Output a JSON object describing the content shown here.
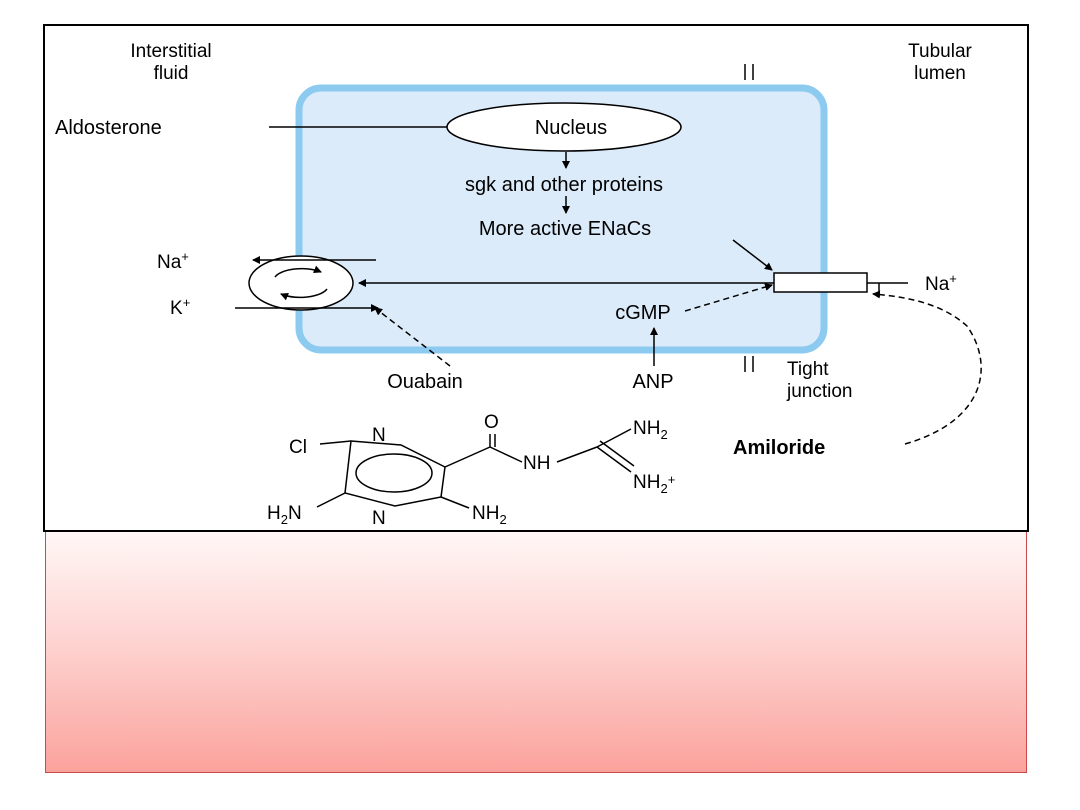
{
  "diagram": {
    "labels": {
      "interstitial_line1": "Interstitial",
      "interstitial_line2": "fluid",
      "tubular_line1": "Tubular",
      "tubular_line2": "lumen",
      "aldosterone": "Aldosterone",
      "nucleus": "Nucleus",
      "sgk": "sgk and other proteins",
      "enacs": "More active ENaCs",
      "na_left": "Na",
      "k_left": "K",
      "na_right": "Na",
      "plus": "+",
      "cgmp": "cGMP",
      "ouabain": "Ouabain",
      "anp": "ANP",
      "tight_line1": "Tight",
      "tight_line2": "junction",
      "amiloride": "Amiloride"
    },
    "structure": {
      "cl": "Cl",
      "h2n": "H",
      "h2n_sub": "2",
      "h2n_n": "N",
      "n_top": "N",
      "n_bottom": "N",
      "nh2_right": "NH",
      "nh2_sub": "2",
      "o": "O",
      "nh": "NH",
      "nh2_top": "NH",
      "nh2_top_sub": "2",
      "nh2_plus": "NH",
      "nh2_plus_sub": "2",
      "nh2_plus_charge": "+"
    },
    "colors": {
      "cell_fill": "#dcebfa",
      "cell_border": "#8ccaf0",
      "panel_top": "#fff7f6",
      "panel_bottom": "#fba29c",
      "panel_border": "#c94a4a"
    }
  }
}
